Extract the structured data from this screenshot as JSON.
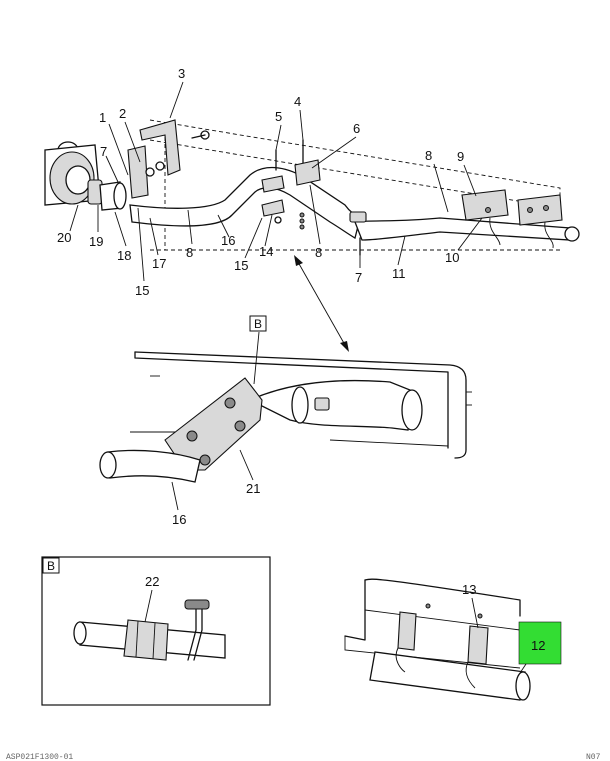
{
  "callouts": {
    "c1": "1",
    "c2": "2",
    "c3": "3",
    "c4": "4",
    "c5": "5",
    "c6": "6",
    "c7a": "7",
    "c7b": "7",
    "c8a": "8",
    "c8b": "8",
    "c8c": "8",
    "c9": "9",
    "c10": "10",
    "c11": "11",
    "c12": "12",
    "c13": "13",
    "c14": "14",
    "c15a": "15",
    "c15b": "15",
    "c16a": "16",
    "c16b": "16",
    "c17": "17",
    "c18": "18",
    "c19": "19",
    "c20": "20",
    "c21": "21",
    "c22": "22"
  },
  "view_labels": {
    "detail_b_ref": "B",
    "detail_b_box": "B"
  },
  "highlight": {
    "part": "12",
    "color": "#33dd33"
  },
  "footer": {
    "left_code": "ASP021F1300-01",
    "right_code": "N07"
  }
}
